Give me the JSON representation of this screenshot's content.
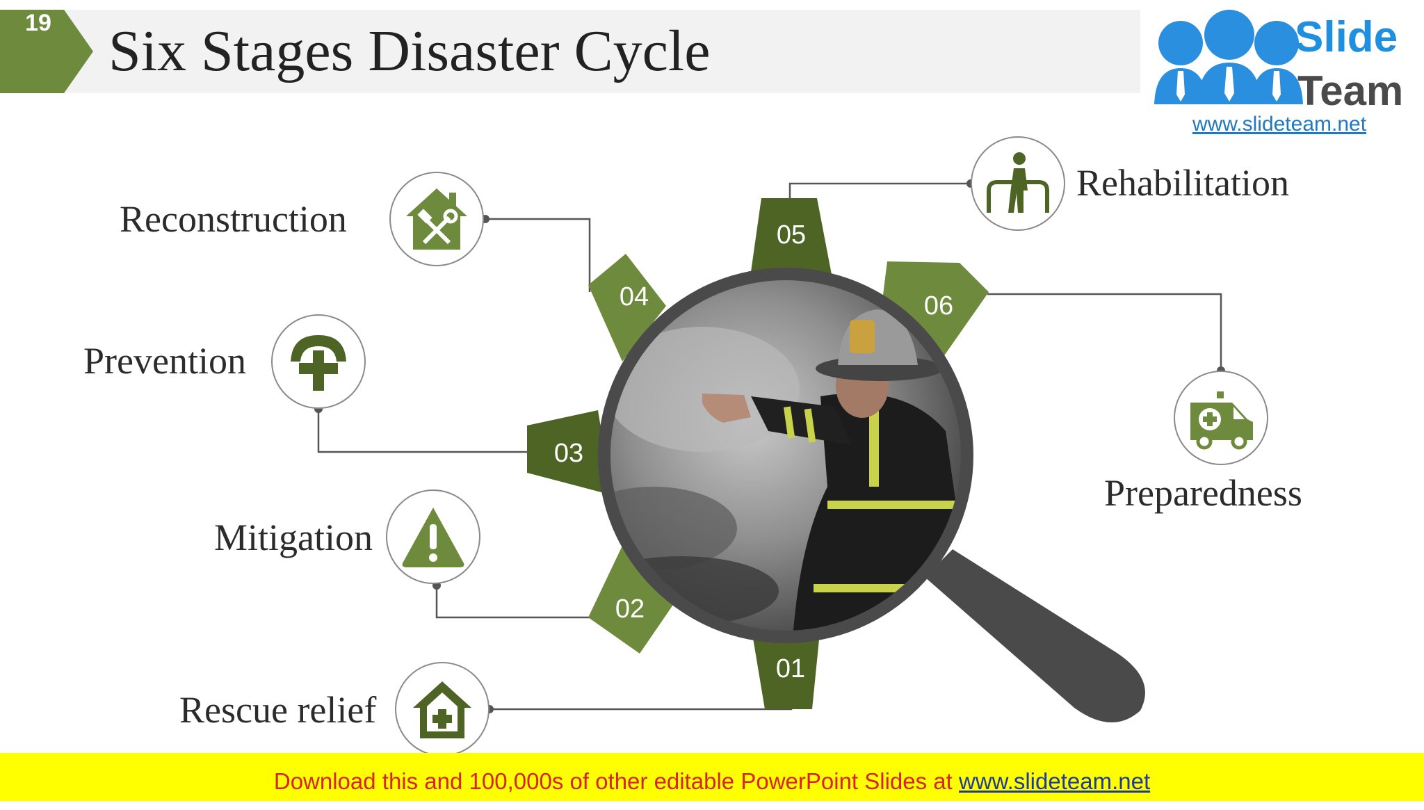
{
  "header": {
    "slide_number": "19",
    "title": "Six Stages Disaster Cycle"
  },
  "logo": {
    "word1": "Slide",
    "word2": "Team",
    "url": "www.slideteam.net"
  },
  "stages": [
    {
      "number": "01",
      "label": "Rescue relief",
      "icon": "house-medical-icon"
    },
    {
      "number": "02",
      "label": "Mitigation",
      "icon": "warning-triangle-icon"
    },
    {
      "number": "03",
      "label": "Prevention",
      "icon": "umbrella-plus-icon"
    },
    {
      "number": "04",
      "label": "Reconstruction",
      "icon": "house-tools-icon"
    },
    {
      "number": "05",
      "label": "Rehabilitation",
      "icon": "walker-person-icon"
    },
    {
      "number": "06",
      "label": "Preparedness",
      "icon": "ambulance-icon"
    }
  ],
  "photo": {
    "subject": "firefighter-photo"
  },
  "footer": {
    "text": "Download this and 100,000s of other editable PowerPoint Slides at",
    "link": "www.slideteam.net"
  },
  "colors": {
    "accent_dark": "#4d6425",
    "accent_light": "#6e8b3d",
    "footer_bg": "#ffff00",
    "footer_text": "#d8232a",
    "magnifier": "#4a4a4a"
  }
}
